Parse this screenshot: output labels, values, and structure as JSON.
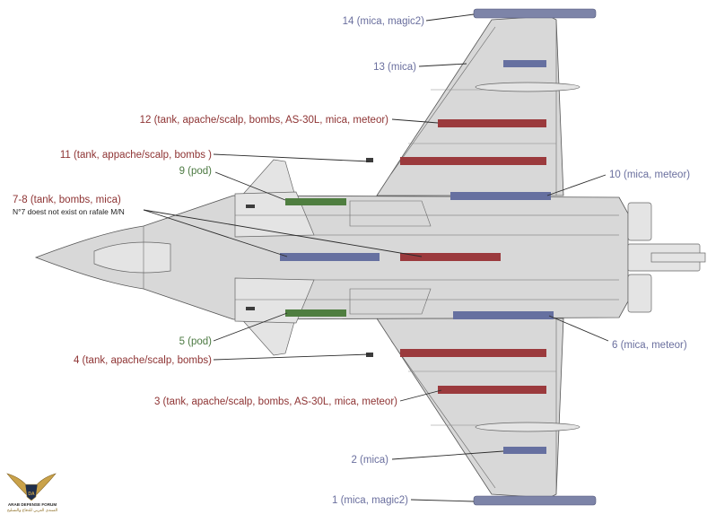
{
  "colors": {
    "red": "#8e3333",
    "blue": "#6a6f9e",
    "green": "#4c7a42",
    "bar_red": "#9b3a3d",
    "bar_blue": "#6670a0",
    "bar_green": "#4f7e40"
  },
  "stations": [
    {
      "id": "14",
      "label": "14 (mica, magic2)",
      "color": "blue"
    },
    {
      "id": "13",
      "label": "13 (mica)",
      "color": "blue"
    },
    {
      "id": "12",
      "label": "12 (tank, apache/scalp, bombs, AS-30L, mica, meteor)",
      "color": "red"
    },
    {
      "id": "11",
      "label": "11 (tank, appache/scalp, bombs )",
      "color": "red"
    },
    {
      "id": "9",
      "label": "9 (pod)",
      "color": "green"
    },
    {
      "id": "10",
      "label": "10 (mica, meteor)",
      "color": "blue"
    },
    {
      "id": "7-8",
      "label": "7-8 (tank, bombs, mica)",
      "color": "red",
      "note": "N°7 doest not exist on rafale M/N"
    },
    {
      "id": "5",
      "label": "5 (pod)",
      "color": "green"
    },
    {
      "id": "6",
      "label": "6 (mica, meteor)",
      "color": "blue"
    },
    {
      "id": "4",
      "label": "4 (tank, apache/scalp, bombs)",
      "color": "red"
    },
    {
      "id": "3",
      "label": "3 (tank, apache/scalp, bombs, AS-30L, mica, meteor)",
      "color": "red"
    },
    {
      "id": "2",
      "label": "2 (mica)",
      "color": "blue"
    },
    {
      "id": "1",
      "label": "1 (mica, magic2)",
      "color": "blue"
    }
  ],
  "logo": {
    "icon": "eagle-emblem-icon",
    "text_en": "ARAB DEFENSE FORUM",
    "text_ar": "المنتدى العربي للدفاع والتسليح"
  }
}
